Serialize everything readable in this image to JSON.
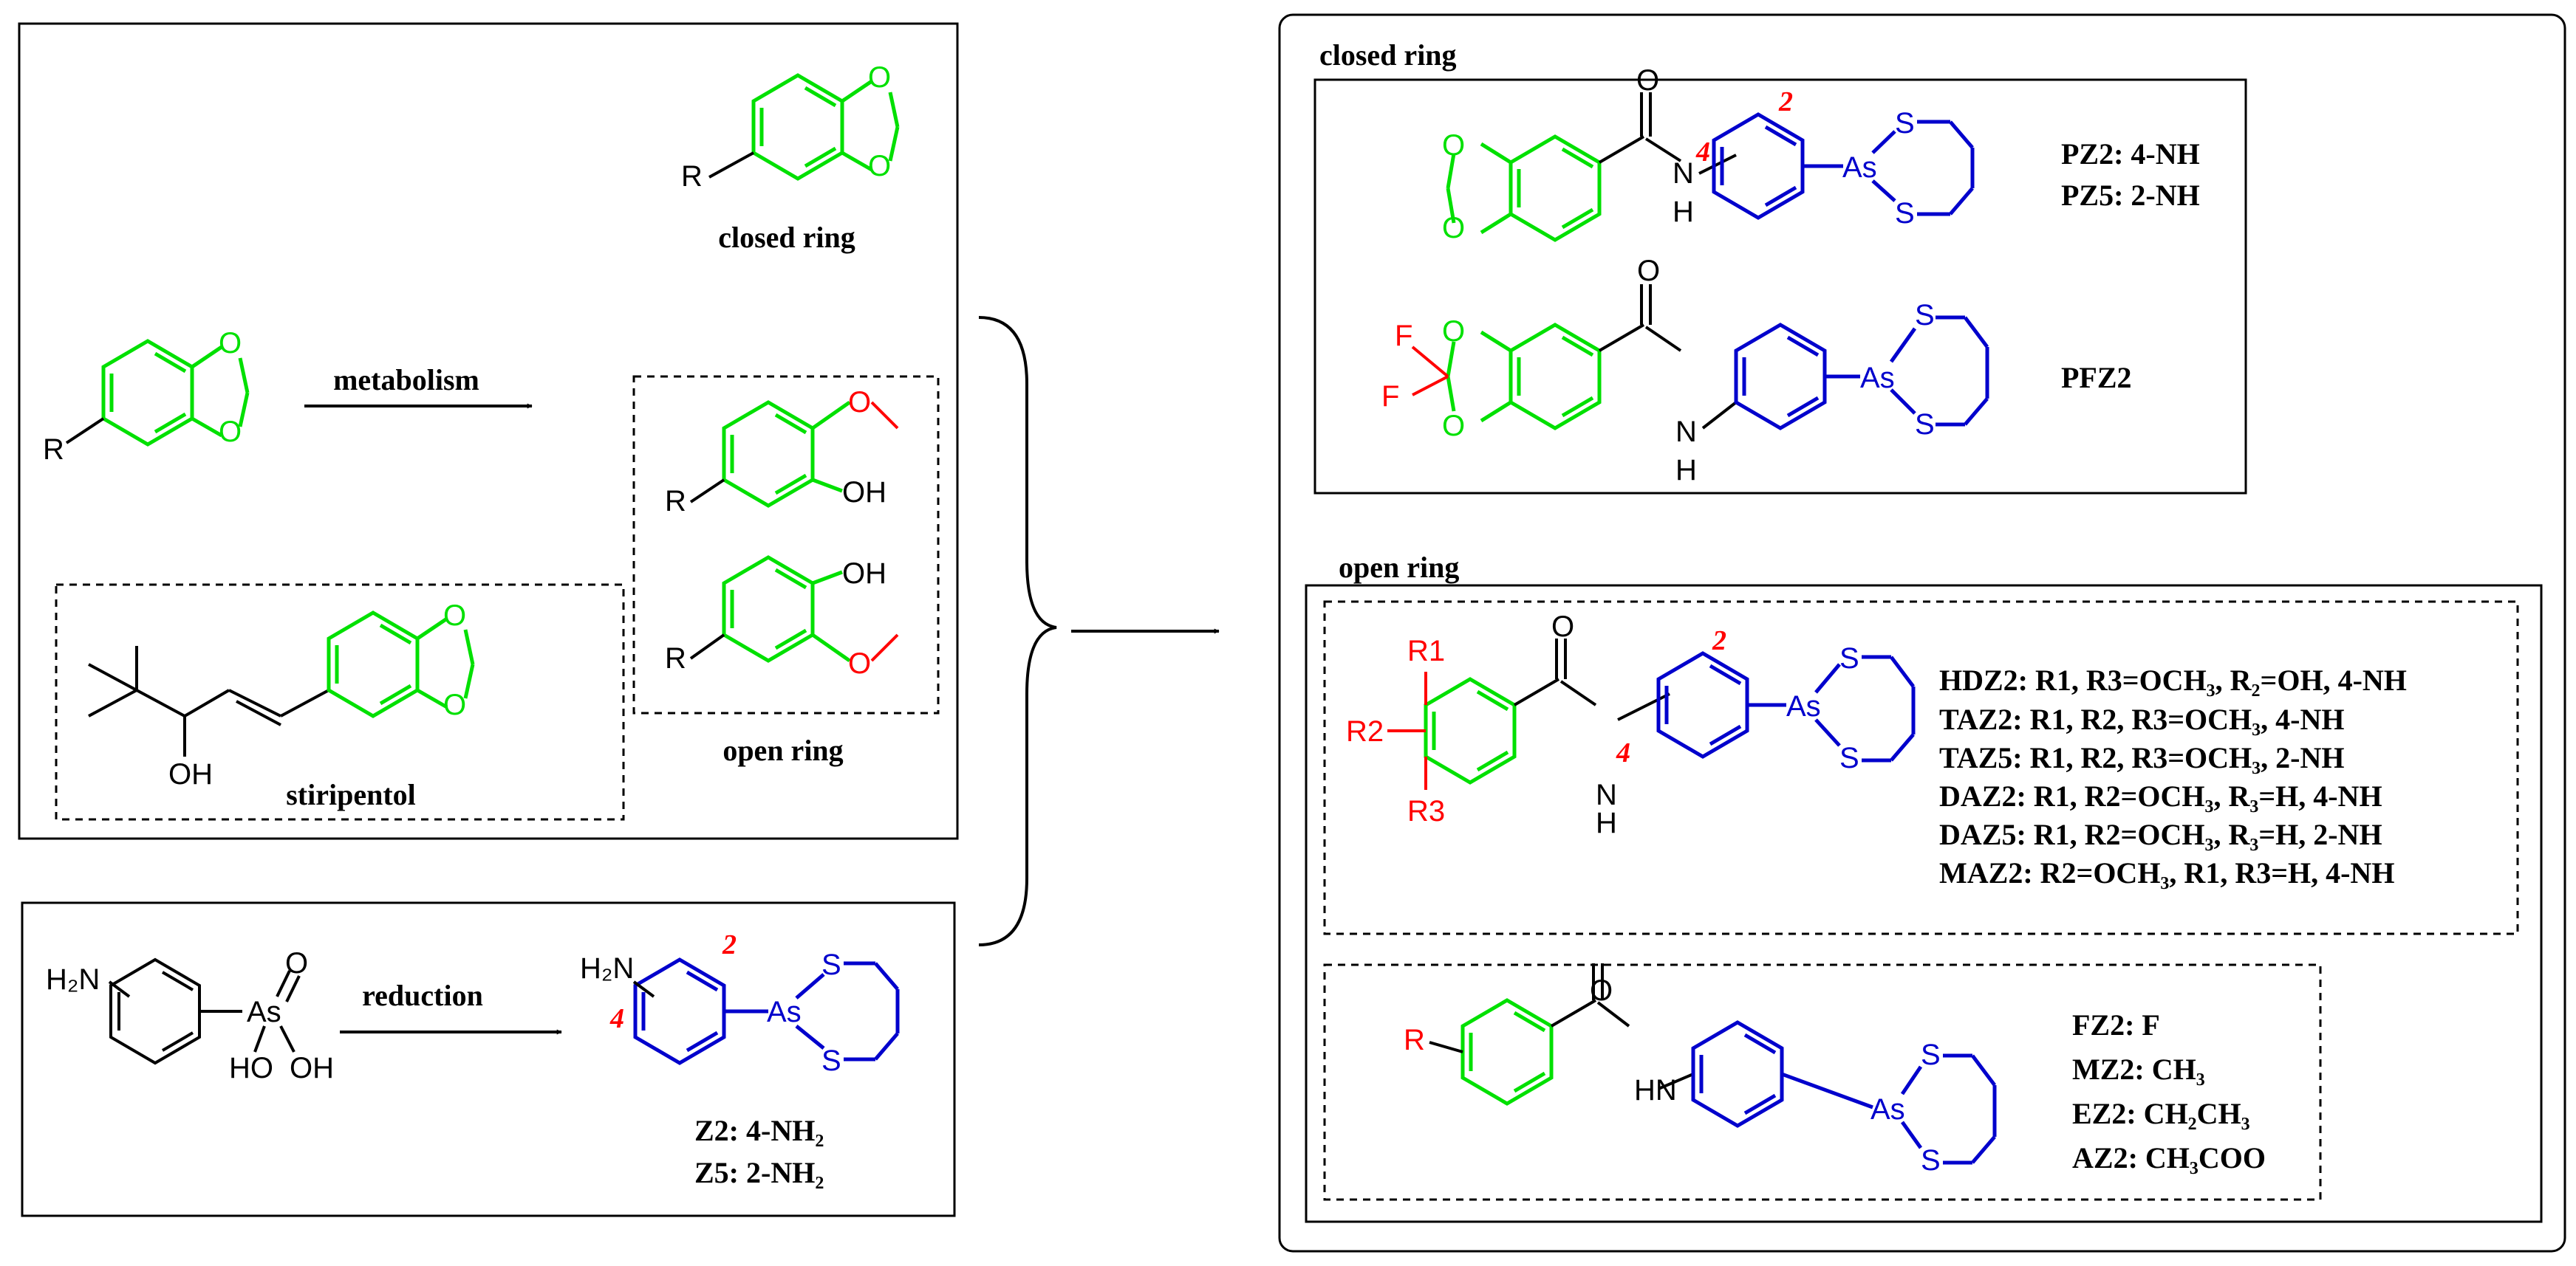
{
  "colors": {
    "piperonyl": "#00e000",
    "arsenic_ring": "#0000cc",
    "substituent": "#ff0000",
    "ink": "#000000"
  },
  "left_panel": {
    "closed_ring_label": "closed ring",
    "metabolism_label": "metabolism",
    "open_ring_label": "open ring",
    "stiripentol_label": "stiripentol",
    "R": "R",
    "O": "O",
    "OH": "OH"
  },
  "reduction_panel": {
    "reduction_label": "reduction",
    "As": "As",
    "S": "S",
    "O": "O",
    "HO": "HO",
    "OH": "OH",
    "H2N": "H₂N",
    "pos_2": "2",
    "pos_4": "4",
    "Z2": "Z2: 4-NH₂",
    "Z5": "Z5: 2-NH₂"
  },
  "right_panel": {
    "closed_header": "closed ring",
    "open_header": "open ring",
    "atoms": {
      "O": "O",
      "N": "N",
      "H": "H",
      "HN": "HN",
      "F": "F",
      "S": "S",
      "As": "As",
      "R": "R",
      "R1": "R1",
      "R2": "R2",
      "R3": "R3"
    },
    "pos_2": "2",
    "pos_4": "4",
    "PZ2": "PZ2: 4-NH",
    "PZ5": "PZ5: 2-NH",
    "PFZ2": "PFZ2",
    "HDZ2": "HDZ2: R1, R3=OCH₃, R₂=OH, 4-NH",
    "TAZ2": "TAZ2: R1, R2, R3=OCH₃, 4-NH",
    "TAZ5": "TAZ5: R1, R2, R3=OCH₃, 2-NH",
    "DAZ2": "DAZ2: R1, R2=OCH₃, R₃=H, 4-NH",
    "DAZ5": "DAZ5: R1, R2=OCH₃, R₃=H, 2-NH",
    "MAZ2": "MAZ2: R2=OCH₃, R1, R3=H, 4-NH",
    "FZ2": "FZ2: F",
    "MZ2": "MZ2: CH₃",
    "EZ2": "EZ2: CH₂CH₃",
    "AZ2": "AZ2: CH₃COO"
  }
}
